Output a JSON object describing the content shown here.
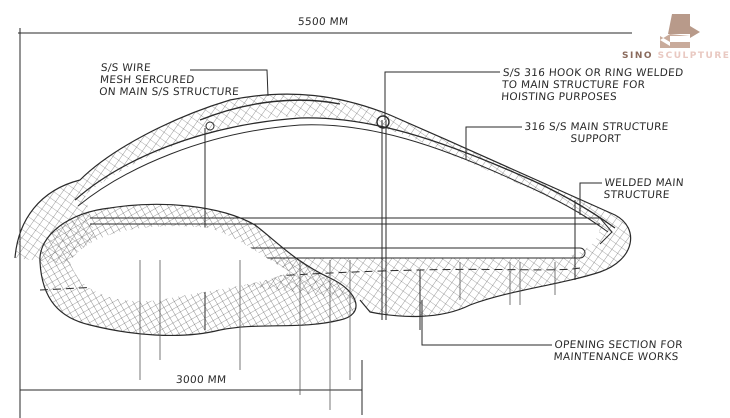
{
  "dimensions": {
    "overall_length": "5500 MM",
    "front_length": "3000 MM"
  },
  "callouts": {
    "wire_mesh": [
      "S/S WIRE",
      "MESH SERCURED",
      "ON MAIN S/S STRUCTURE"
    ],
    "hook": [
      "S/S 316 HOOK OR RING WELDED",
      "TO MAIN STRUCTURE FOR",
      "HOISTING PURPOSES"
    ],
    "main_support": [
      "316 S/S MAIN STRUCTURE",
      "SUPPORT"
    ],
    "welded_main": [
      "WELDED MAIN",
      "STRUCTURE"
    ],
    "opening": [
      "OPENING SECTION FOR",
      "MAINTENANCE WORKS"
    ]
  },
  "logo": {
    "text_part1": "SINO",
    "text_part2": "SCULPTURE",
    "color_part1": "#8a6a5c",
    "color_part2": "#e9c9c2"
  },
  "colors": {
    "ink": "#2a2a2a"
  }
}
